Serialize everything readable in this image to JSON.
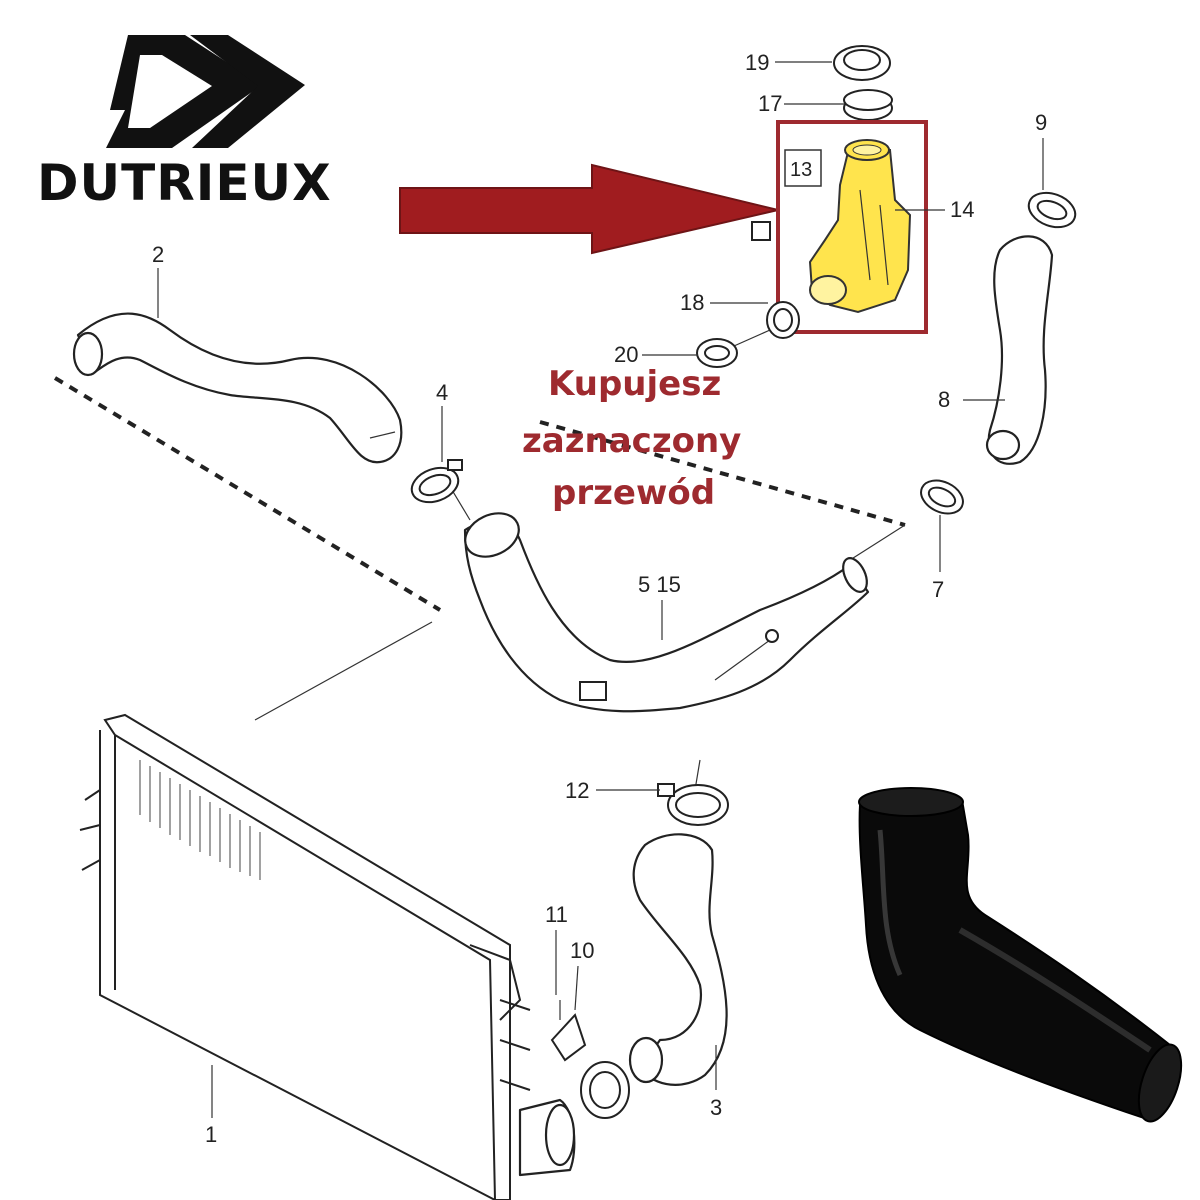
{
  "brand": {
    "name": "DUTRIEUX"
  },
  "callout": {
    "lines": [
      "Kupujesz",
      "zaznaczony",
      "przewód"
    ]
  },
  "highlight_box": {
    "number": "13"
  },
  "part_labels": [
    "1",
    "2",
    "3",
    "4",
    "5 15",
    "7",
    "8",
    "9",
    "10",
    "11",
    "12",
    "14",
    "17",
    "18",
    "19",
    "20"
  ],
  "colors": {
    "arrow": "#a01c1f",
    "box": "#9e2a2f",
    "highlight_part": "#ffe44d",
    "text_callout": "#9e2a2f",
    "product_hose": "#0a0a0a"
  },
  "icons": {
    "brand_logo": "double-chevron-logo",
    "arrow": "right-arrow-icon"
  }
}
